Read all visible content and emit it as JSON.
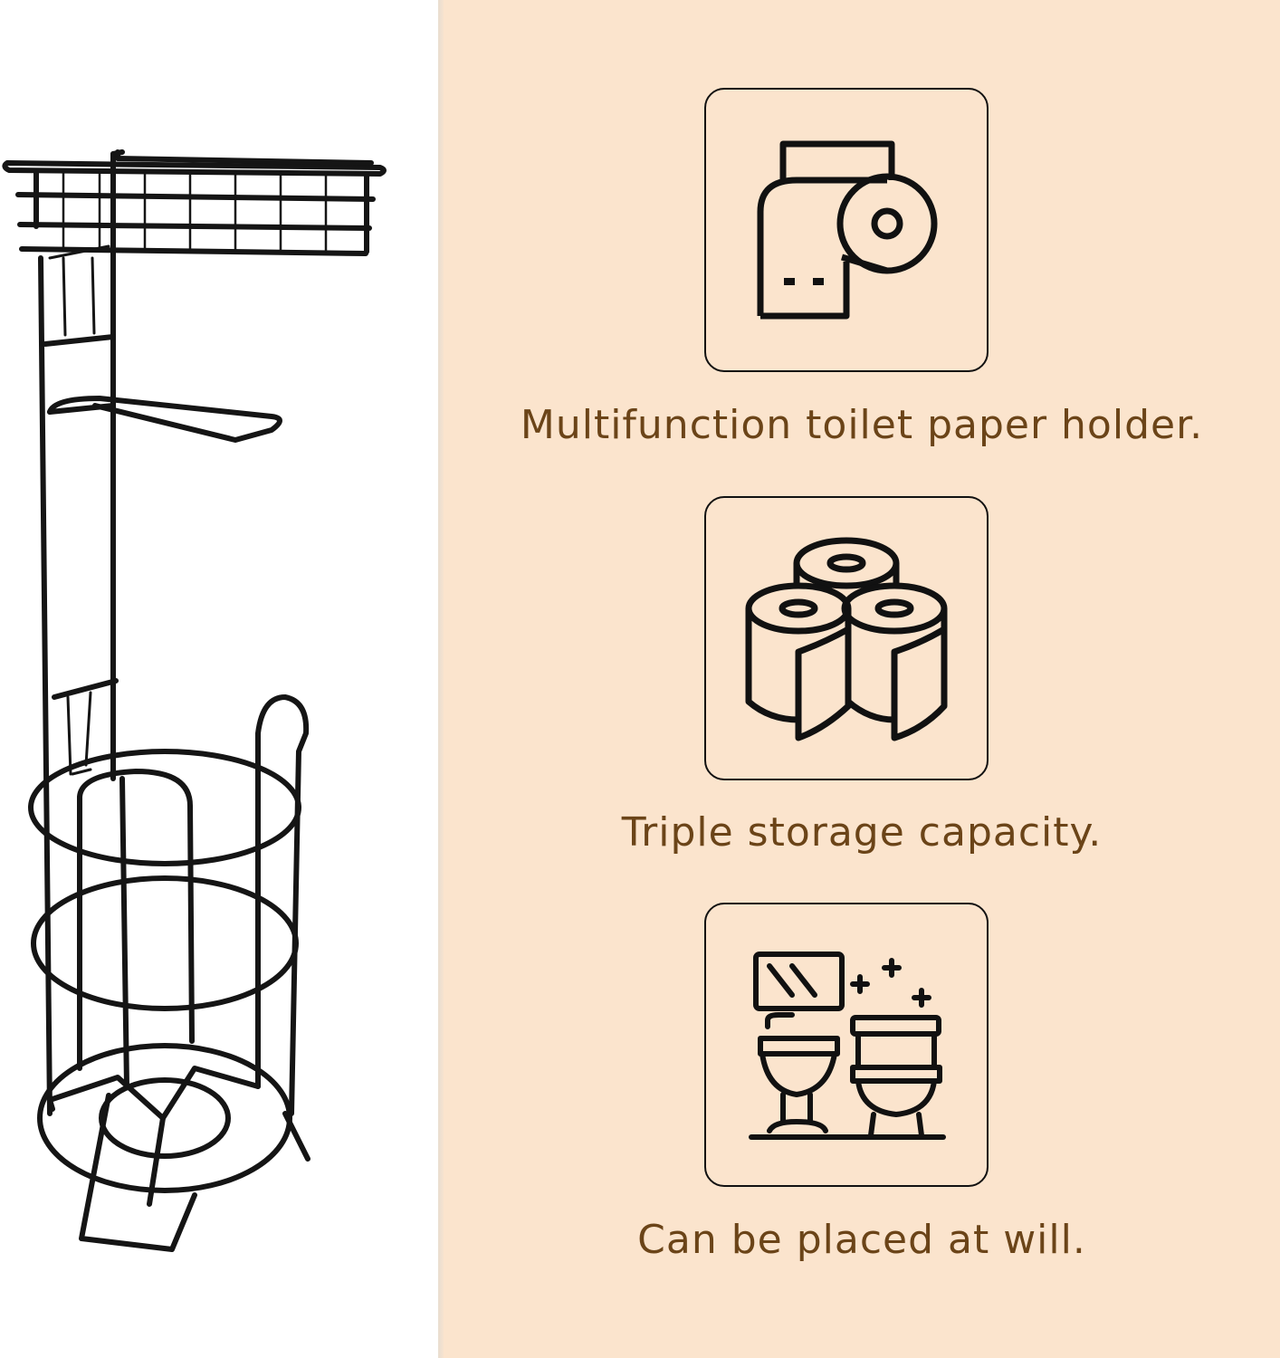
{
  "features": [
    {
      "icon": "toilet-paper-holder-icon",
      "caption": "Multifunction toilet paper holder."
    },
    {
      "icon": "three-paper-rolls-icon",
      "caption": "Triple storage capacity."
    },
    {
      "icon": "bathroom-scene-icon",
      "caption": "Can be placed at will."
    }
  ],
  "colors": {
    "right_background": "#fbe4cd",
    "caption_text": "#6b4418",
    "icon_stroke": "#111111"
  }
}
